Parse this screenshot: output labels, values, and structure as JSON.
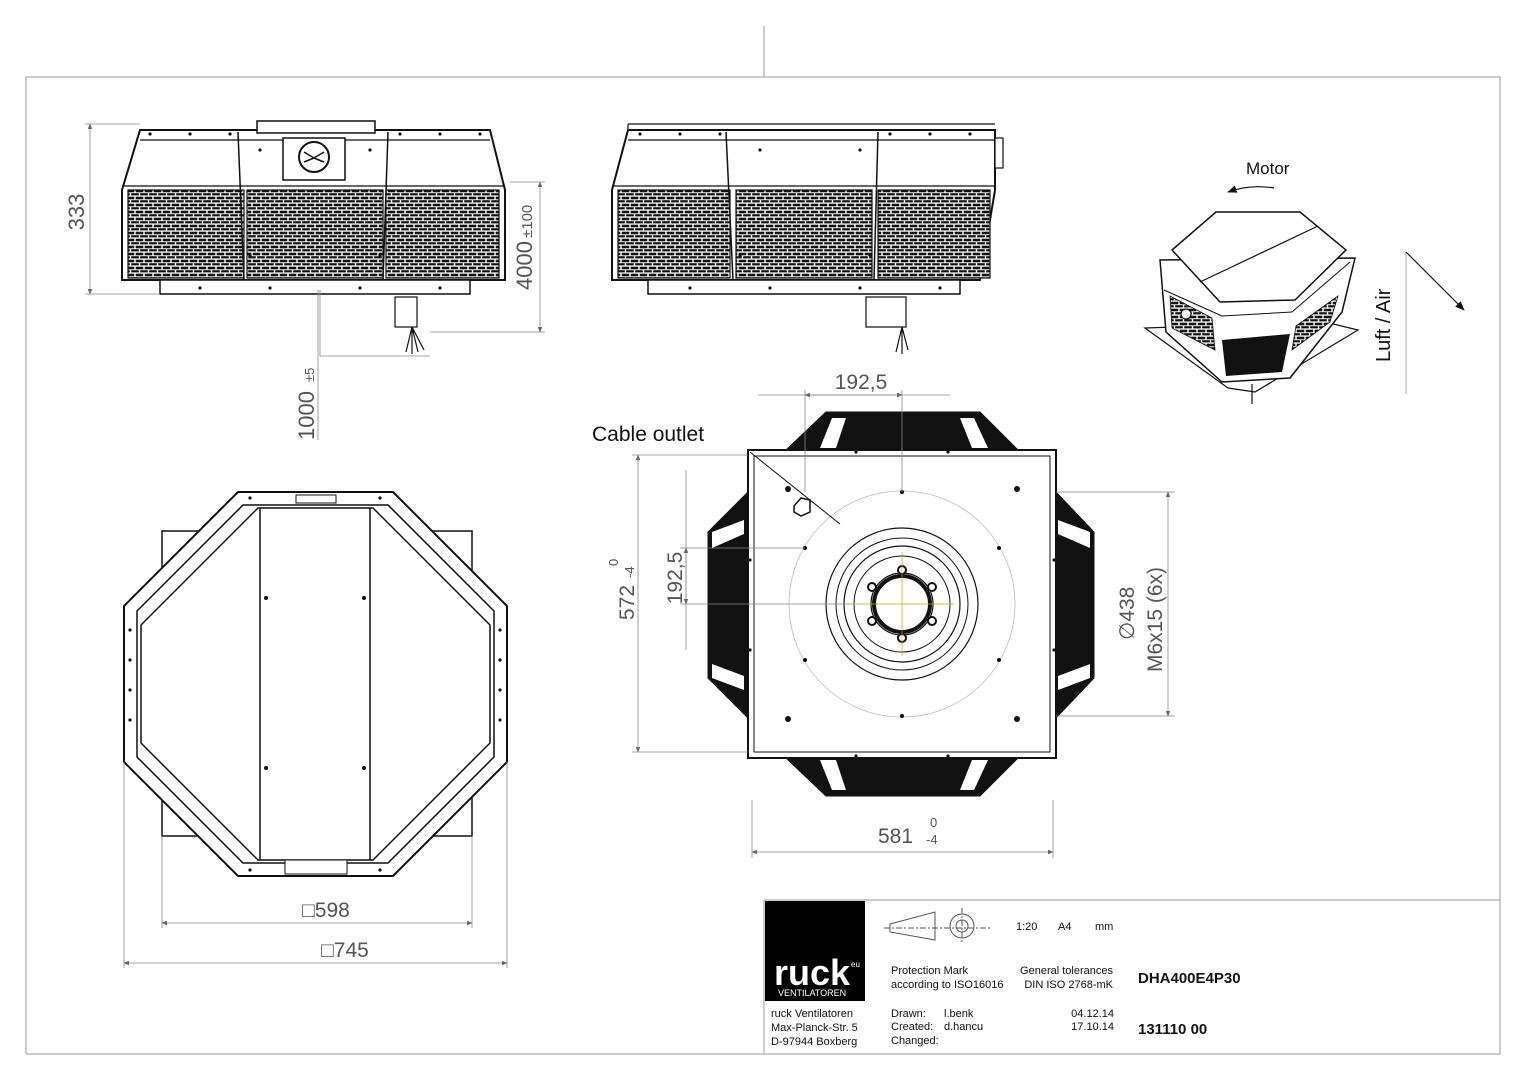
{
  "views": {
    "front": {
      "height_dim": "333",
      "cable_len": "4000",
      "cable_tol": "±100",
      "lower_dim": "1000",
      "lower_tol": "±5"
    },
    "top": {
      "width_outer": "□745",
      "width_inner": "□598"
    },
    "bottom": {
      "top_spacing": "192,5",
      "side_spacing": "192,5",
      "height": "572",
      "height_tol_upper": "0",
      "height_tol_lower": "-4",
      "width": "581",
      "width_tol_upper": "0",
      "width_tol_lower": "-4",
      "diameter": "∅438",
      "holes": "M6x15 (6x)",
      "cable_outlet": "Cable outlet"
    },
    "iso": {
      "motor": "Motor",
      "air": "Luft / Air"
    }
  },
  "title_block": {
    "logo": "ruck",
    "logo_sup": "eu",
    "logo_sub": "VENTILATOREN",
    "company": "ruck Ventilatoren",
    "street": "Max-Planck-Str. 5",
    "city": "D-97944 Boxberg",
    "scale": "1:20",
    "paper": "A4",
    "unit": "mm",
    "protection_1": "Protection Mark",
    "protection_2": "according to ISO16016",
    "tolerance_1": "General tolerances",
    "tolerance_2": "DIN ISO 2768-mK",
    "product": "DHA400E4P30",
    "drawn_label": "Drawn:",
    "drawn_by": "l.benk",
    "drawn_date": "04.12.14",
    "created_label": "Created:",
    "created_by": "d.hancu",
    "created_date": "17.10.14",
    "changed_label": "Changed:",
    "drawing_no": "131110  00"
  }
}
